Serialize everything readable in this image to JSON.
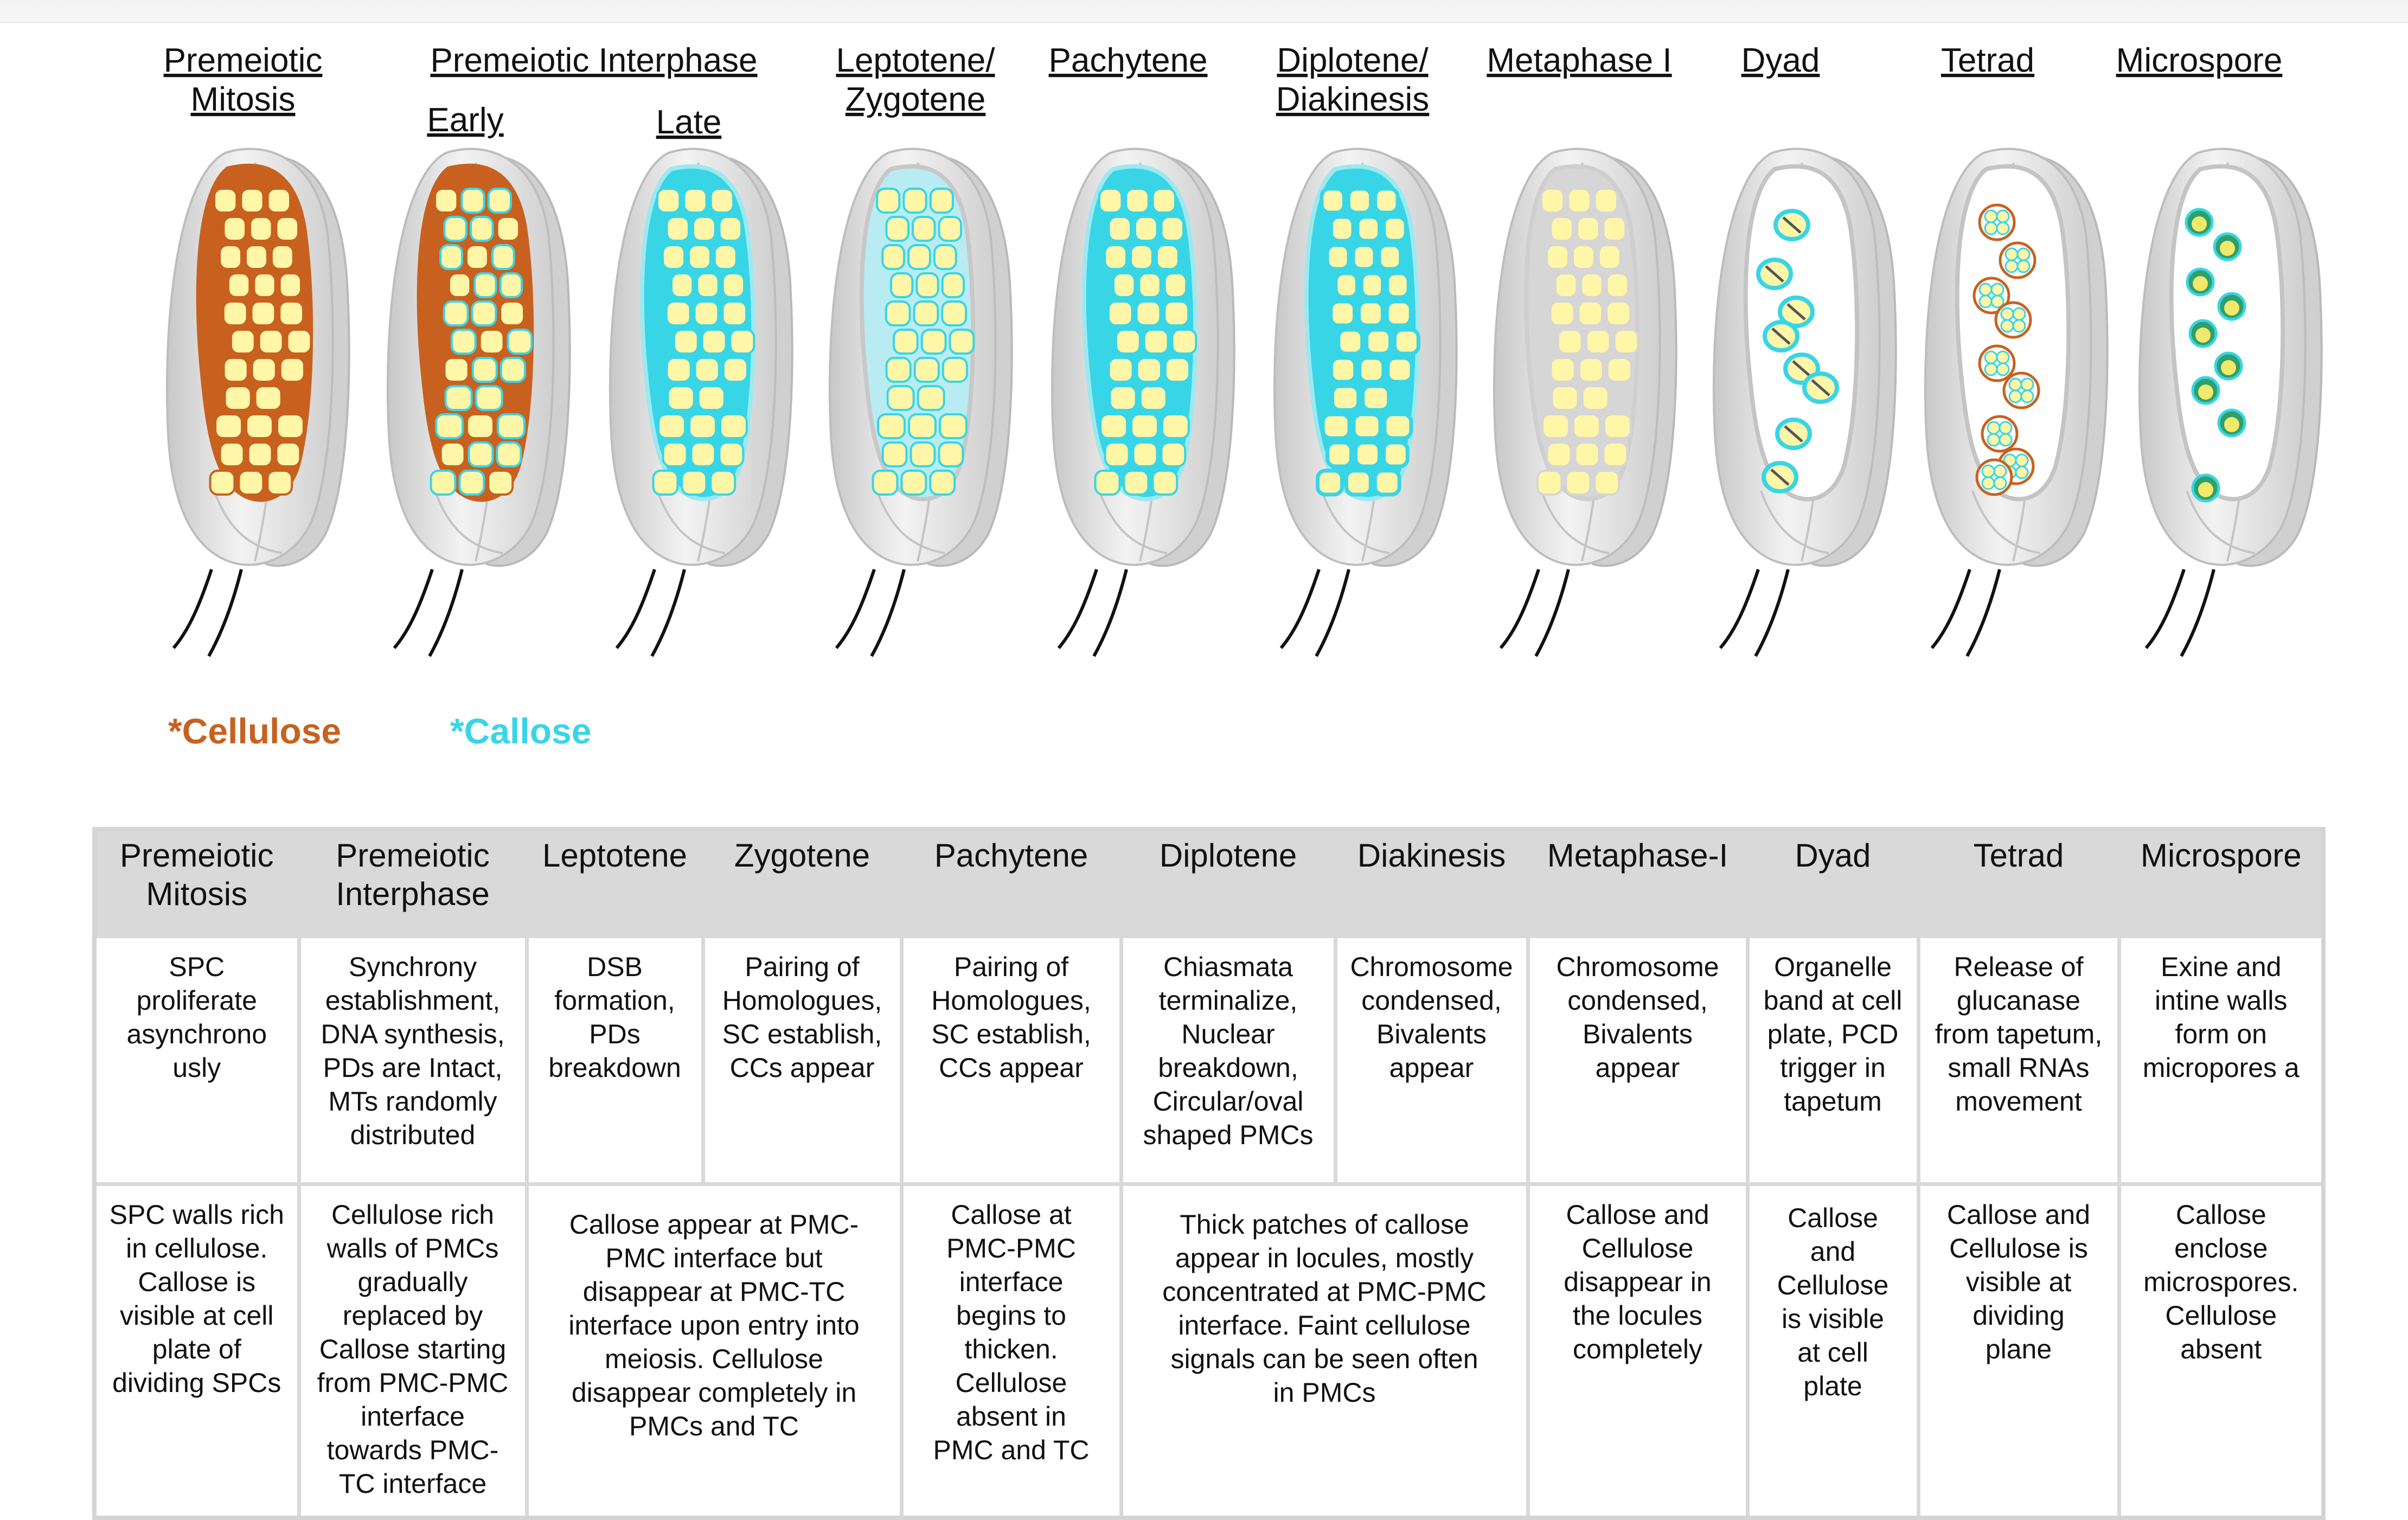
{
  "stages": [
    {
      "label_lines": [
        "Premeiotic",
        "Mitosis"
      ]
    },
    {
      "label_lines": [
        "Premeiotic Interphase"
      ]
    },
    {
      "label_lines": [
        "Leptotene/",
        "Zygotene"
      ]
    },
    {
      "label_lines": [
        "Pachytene"
      ]
    },
    {
      "label_lines": [
        "Diplotene/",
        "Diakinesis"
      ]
    },
    {
      "label_lines": [
        "Metaphase I"
      ]
    },
    {
      "label_lines": [
        "Dyad"
      ]
    },
    {
      "label_lines": [
        "Tetrad"
      ]
    },
    {
      "label_lines": [
        "Microspore"
      ]
    }
  ],
  "interphase_sublabels": [
    "Early",
    "Late"
  ],
  "anthers": [
    {
      "stage": "premeiotic-mitosis-early",
      "wall": "cellulose",
      "cells": "yellow"
    },
    {
      "stage": "premeiotic-interphase-early",
      "wall": "cellulose-to-callose",
      "cells": "yellow"
    },
    {
      "stage": "premeiotic-interphase-late",
      "wall": "callose",
      "cells": "yellow"
    },
    {
      "stage": "leptotene-zygotene",
      "wall": "callose-thin",
      "cells": "yellow"
    },
    {
      "stage": "pachytene",
      "wall": "callose",
      "cells": "yellow"
    },
    {
      "stage": "diplotene-diakinesis",
      "wall": "callose-thick",
      "cells": "yellow"
    },
    {
      "stage": "metaphase-i",
      "wall": "none",
      "cells": "yellow"
    },
    {
      "stage": "dyad",
      "wall": "callose-dyads",
      "cells": "yellow"
    },
    {
      "stage": "tetrad",
      "wall": "callose-and-cellulose-tetrads",
      "cells": "yellow"
    },
    {
      "stage": "microspore",
      "wall": "callose-microspores",
      "cells": "yellow"
    }
  ],
  "legend": {
    "cellulose": "*Cellulose",
    "callose": "*Callose"
  },
  "colors": {
    "cellulose": "#c8611f",
    "callose": "#38d5e6",
    "cell_fill": "#fff6a8",
    "anther_gray": "#d9d9d9",
    "table_header": "#d9d9d9"
  },
  "table": {
    "headers": [
      "Premeiotic\nMitosis",
      "Premeiotic\nInterphase",
      "Leptotene",
      "Zygotene",
      "Pachytene",
      "Diplotene",
      "Diakinesis",
      "Metaphase-I",
      "Dyad",
      "Tetrad",
      "Microspore"
    ],
    "events": [
      "SPC\nproliferate\nasynchrono\nusly",
      "Synchrony\nestablishment,\nDNA synthesis,\nPDs are Intact,\nMTs randomly\ndistributed",
      "DSB\nformation,\nPDs\nbreakdown",
      "Pairing of\nHomologues,\nSC establish,\nCCs appear",
      "Pairing of\nHomologues,\nSC establish,\nCCs appear",
      "Chiasmata\nterminalize,\nNuclear\nbreakdown,\nCircular/oval\nshaped PMCs",
      "Chromosome\ncondensed,\nBivalents\nappear",
      "Chromosome\ncondensed,\nBivalents\nappear",
      "Organelle\nband at cell\nplate, PCD\ntrigger in\ntapetum",
      "Release of\nglucanase\nfrom tapetum,\nsmall RNAs\nmovement",
      "Exine and\nintine walls\nform on\nmicropores a"
    ],
    "walls": [
      "SPC walls rich\nin cellulose.\nCallose is\nvisible at cell\nplate of\ndividing SPCs",
      "Cellulose rich\nwalls of PMCs\ngradually\nreplaced by\nCallose starting\nfrom PMC-PMC\ninterface\ntowards PMC-\nTC interface",
      "Callose appear at PMC-\nPMC interface but\ndisappear at PMC-TC\ninterface upon entry into\nmeiosis. Cellulose\ndisappear completely in\nPMCs and TC",
      "Callose at\nPMC-PMC\ninterface\nbegins to\nthicken.\nCellulose\nabsent in\nPMC and TC",
      "Thick patches of callose\nappear in locules, mostly\nconcentrated at PMC-PMC\ninterface. Faint cellulose\nsignals can be seen often\nin PMCs",
      "Callose and\nCellulose\ndisappear in\nthe locules\ncompletely",
      "Callose\nand\nCellulose\nis visible\nat cell\nplate",
      "Callose and\nCellulose is\nvisible at\ndividing\nplane",
      "Callose\nenclose\nmicrospores.\nCellulose\nabsent"
    ]
  }
}
